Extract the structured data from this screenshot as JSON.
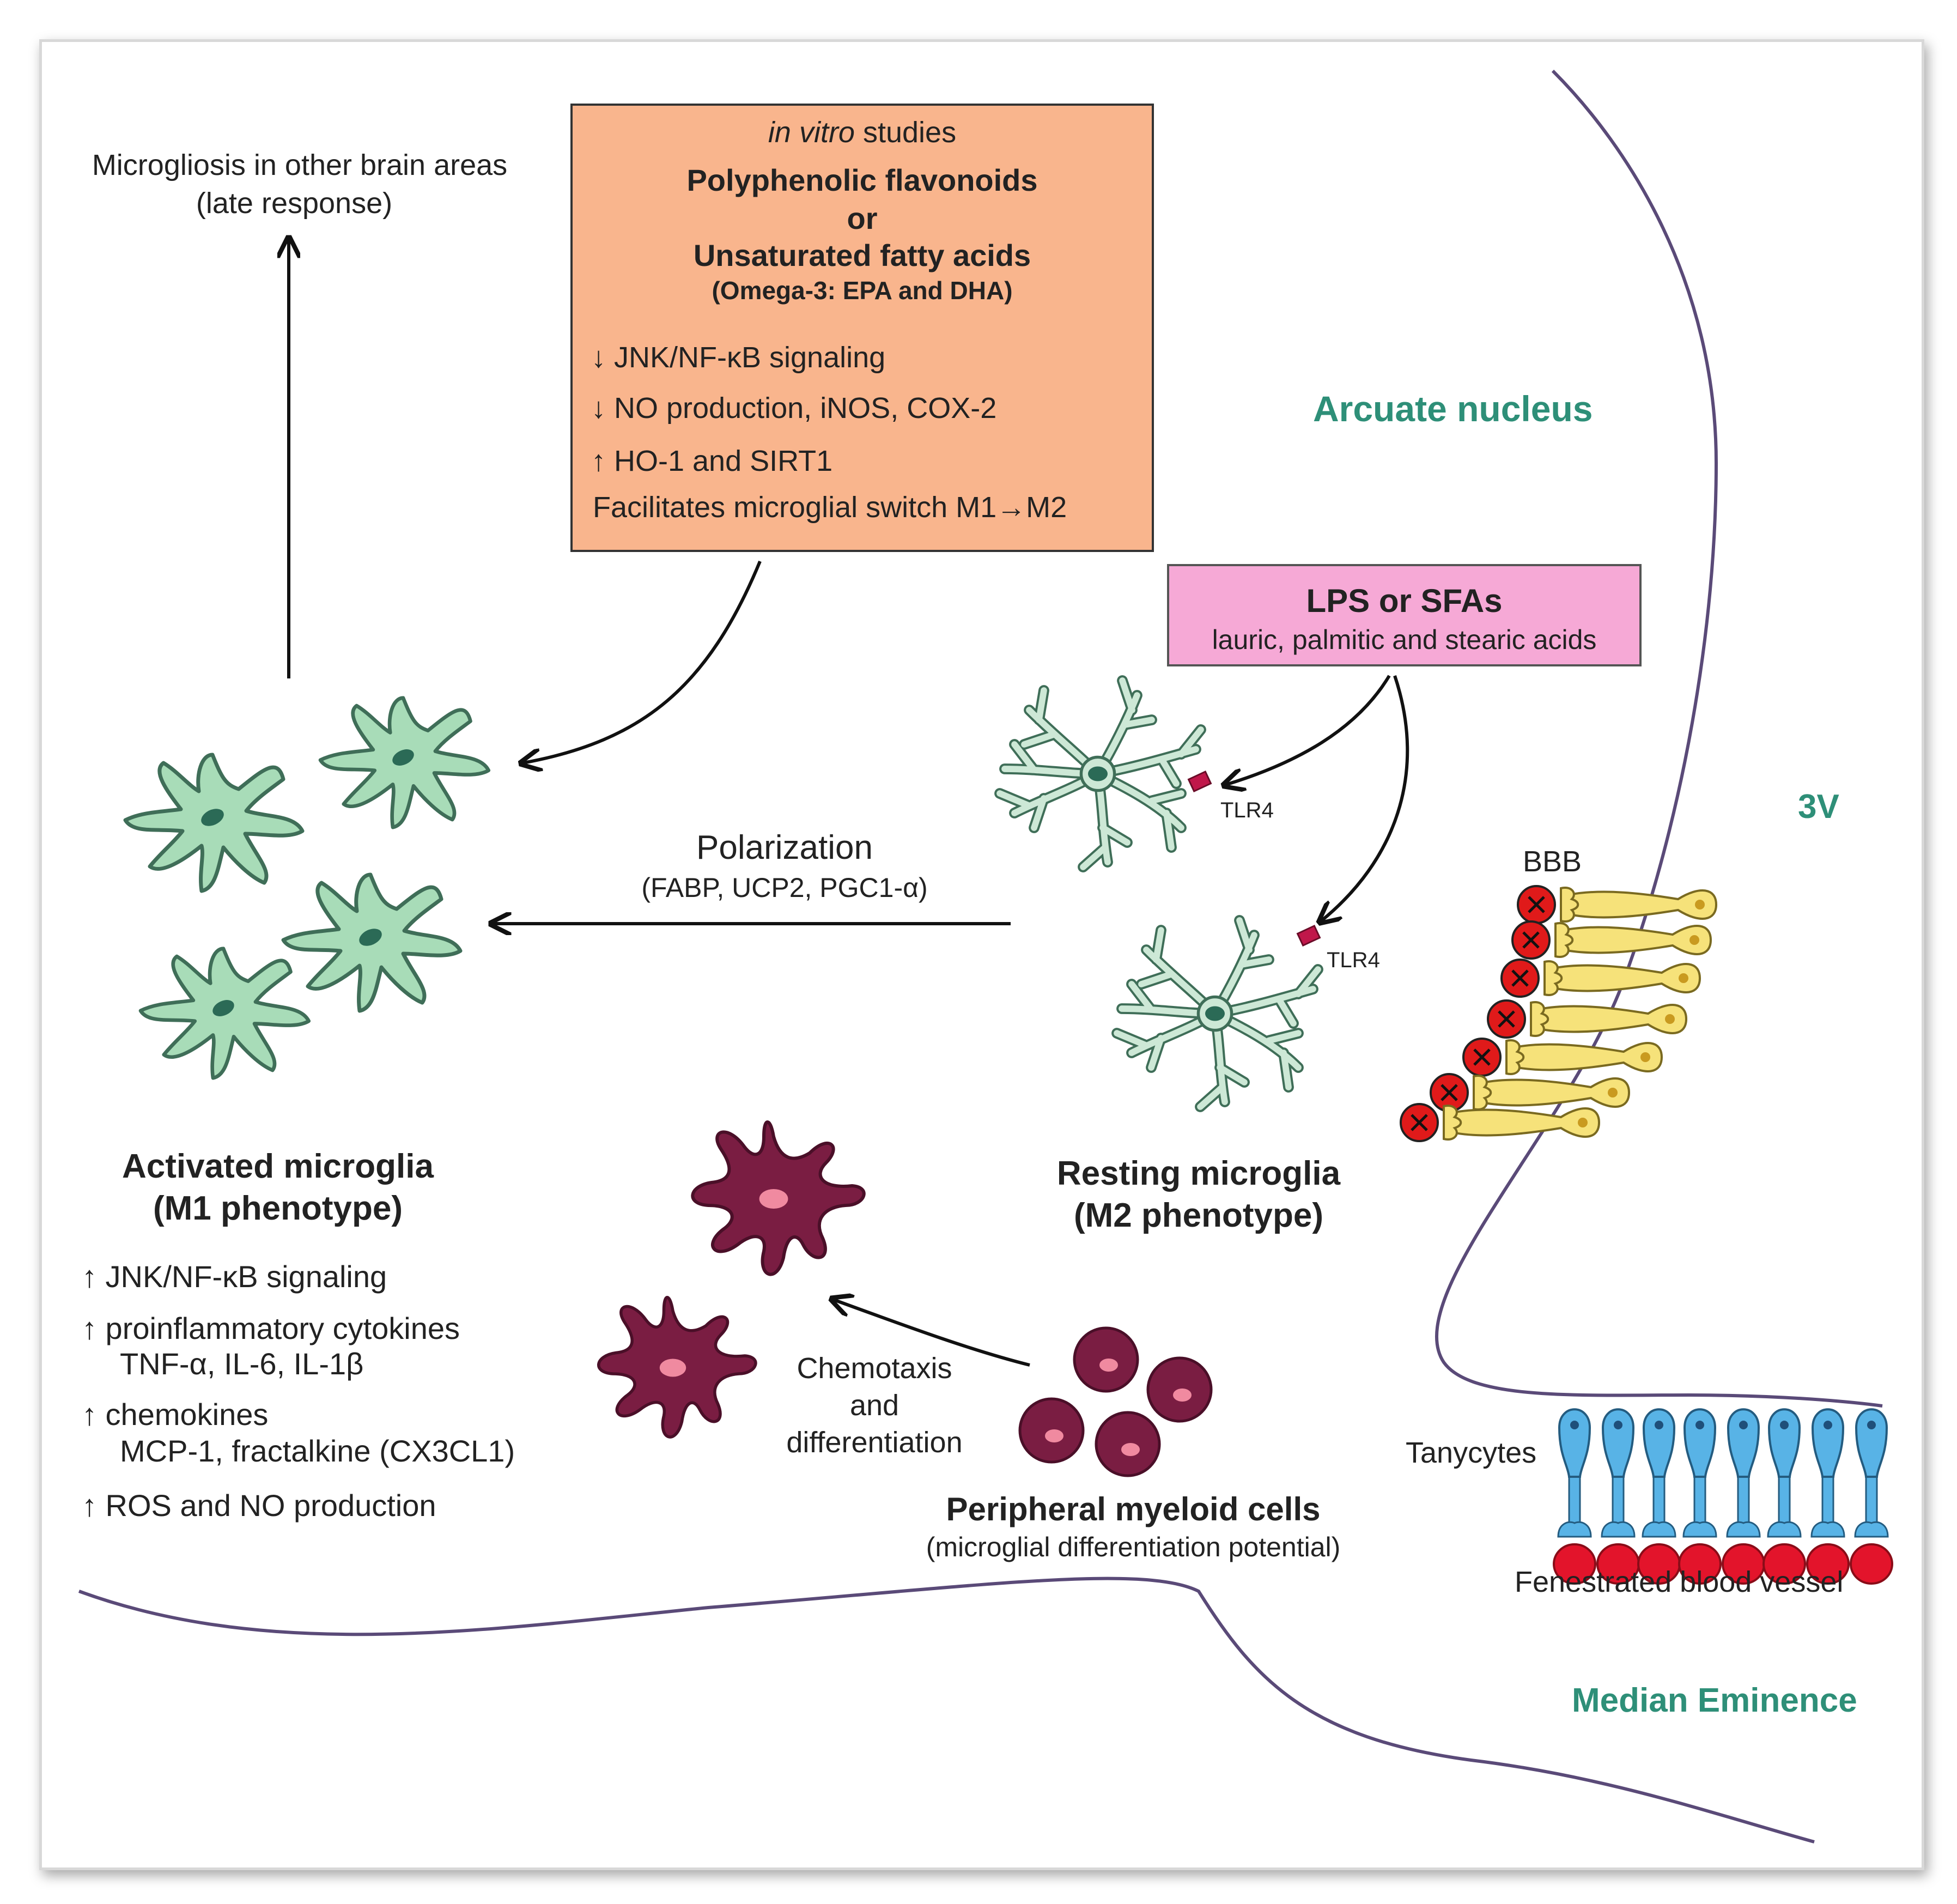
{
  "colors": {
    "microglia_fill": "#a8dcb8",
    "microglia_stroke": "#3f6e58",
    "nucleus": "#2b6a56",
    "myeloid": "#7a1d42",
    "myeloid_nucleus": "#f08aa0",
    "orange_box": "#f9b58d",
    "pink_box": "#f6a9d6",
    "teal_label": "#2e8f78",
    "barrier_line": "#5a4a78",
    "blocked_red": "#e01a1a",
    "tanycyte_blue": "#58b3e6",
    "vessel_red": "#e3142b",
    "endfoot_yellow": "#f6e27a"
  },
  "regions": {
    "arcuate": "Arcuate nucleus",
    "third_ventricle": "3V",
    "median_eminence": "Median Eminence"
  },
  "microgliosis": {
    "line1": "Microgliosis in other brain areas",
    "line2": "(late response)"
  },
  "in_vitro_box": {
    "title_italic": "in vitro",
    "title_rest": " studies",
    "heading1": "Polyphenolic flavonoids",
    "heading2": "or",
    "heading3": "Unsaturated fatty acids",
    "heading4": "(Omega-3: EPA and DHA)",
    "effects": [
      "↓ JNK/NF-κB signaling",
      "↓ NO production, iNOS, COX-2",
      "↑ HO-1 and SIRT1",
      "Facilitates microglial switch M1→M2"
    ]
  },
  "lps_box": {
    "title": "LPS or SFAs",
    "subtitle": "lauric, palmitic and stearic acids"
  },
  "receptor": "TLR4",
  "polarization": {
    "label": "Polarization",
    "factors": "(FABP, UCP2, PGC1-α)"
  },
  "activated": {
    "title1": "Activated microglia",
    "title2": "(M1 phenotype)",
    "effects": [
      "↑ JNK/NF-κB signaling",
      "↑ proinflammatory cytokines",
      "TNF-α, IL-6, IL-1β",
      "↑ chemokines",
      "MCP-1, fractalkine (CX3CL1)",
      "↑ ROS and NO production"
    ]
  },
  "resting": {
    "title1": "Resting microglia",
    "title2": "(M2 phenotype)"
  },
  "chemotaxis": {
    "line1": "Chemotaxis",
    "line2": "and",
    "line3": "differentiation"
  },
  "peripheral": {
    "title": "Peripheral myeloid cells",
    "subtitle": "(microglial differentiation potential)"
  },
  "bbb": "BBB",
  "tanycytes": "Tanycytes",
  "vessel": "Fenestrated blood vessel"
}
